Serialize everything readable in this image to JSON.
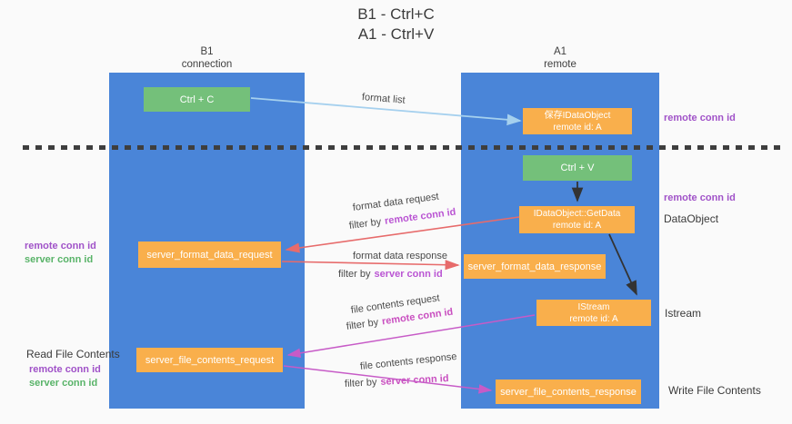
{
  "title": {
    "line1": "B1 - Ctrl+C",
    "line2": "A1 - Ctrl+V"
  },
  "lanes": {
    "left": {
      "title": "B1",
      "subtitle": "connection"
    },
    "right": {
      "title": "A1",
      "subtitle": "remote"
    }
  },
  "nodes": {
    "ctrl_c": {
      "label": "Ctrl + C"
    },
    "save_dataobject": {
      "line1": "保存IDataObject",
      "line2": "remote id: A"
    },
    "ctrl_v": {
      "label": "Ctrl + V"
    },
    "getdata": {
      "line1": "IDataObject::GetData",
      "line2": "remote id: A"
    },
    "server_format_data_request": {
      "label": "server_format_data_request"
    },
    "server_format_data_response": {
      "label": "server_format_data_response"
    },
    "istream": {
      "line1": "IStream",
      "line2": "remote id: A"
    },
    "server_file_contents_request": {
      "label": "server_file_contents_request"
    },
    "server_file_contents_response": {
      "label": "server_file_contents_response"
    }
  },
  "edges": {
    "format_list": {
      "label": "format list"
    },
    "format_data_request": {
      "label": "format data request",
      "filter_prefix": "filter by",
      "filter_key": "remote conn id"
    },
    "format_data_response": {
      "label": "format data response",
      "filter_prefix": "filter by",
      "filter_key": "server conn id"
    },
    "file_contents_request": {
      "label": "file contents request",
      "filter_prefix": "filter by",
      "filter_key": "remote conn id"
    },
    "file_contents_response": {
      "label": "file contents response",
      "filter_prefix": "filter by",
      "filter_key": "server conn id"
    }
  },
  "annotations": {
    "right_remote_conn_top": "remote conn id",
    "right_remote_conn_mid": "remote conn id",
    "dataobject": "DataObject",
    "istream": "Istream",
    "write_file_contents": "Write File Contents",
    "left_remote_conn_mid": "remote conn id",
    "left_server_conn_mid": "server conn id",
    "read_file_contents": "Read File Contents",
    "left_remote_conn_bottom": "remote conn id",
    "left_server_conn_bottom": "server conn id"
  },
  "colors": {
    "lane_blue": "#4A85D8",
    "node_orange": "#F9AF4C",
    "node_green": "#74C07A",
    "arrow_light_blue": "#A5D0EE",
    "arrow_red": "#E76B6B",
    "arrow_magenta": "#C75BC7",
    "arrow_black": "#333333",
    "label_purple": "#A052C8",
    "label_green": "#58B368",
    "filter_orchid": "#BA55D3",
    "filter_magenta": "#C94FC0",
    "separator_dark": "#3E3E3E",
    "background": "#FAFAFA"
  }
}
